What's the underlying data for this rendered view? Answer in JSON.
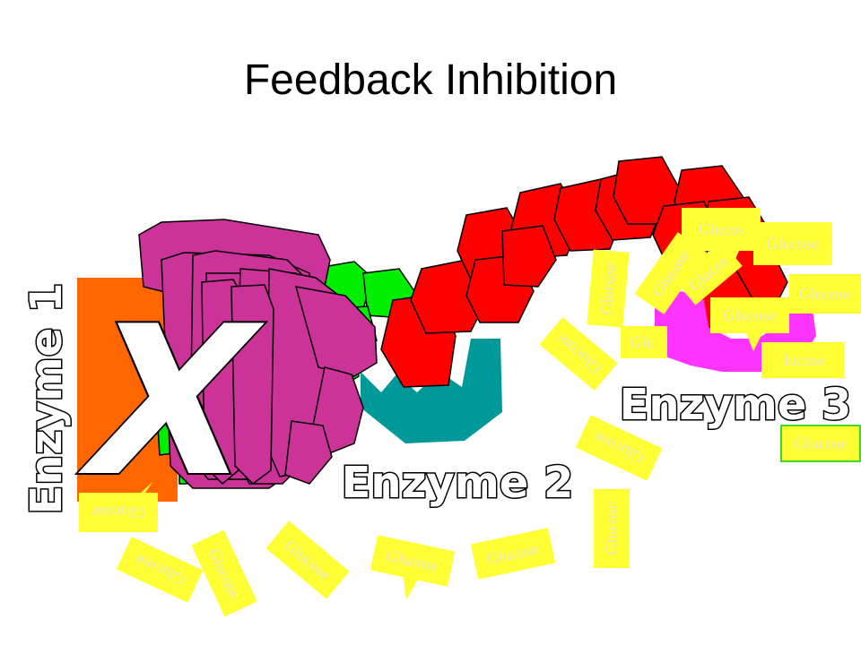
{
  "title": "Feedback Inhibition",
  "labels": {
    "enzyme1": "Enzyme 1",
    "enzyme2": "Enzyme 2",
    "enzyme3": "Enzyme 3",
    "x_mark": "X"
  },
  "glucose_tags": [
    {
      "text": "Glucose"
    },
    {
      "text": "Glucose"
    },
    {
      "text": "Glucose"
    },
    {
      "text": "Glucose"
    },
    {
      "text": "Glucose"
    },
    {
      "text": "Glucose"
    },
    {
      "text": "Glucose"
    },
    {
      "text": "Glucose"
    },
    {
      "text": "Glucose"
    },
    {
      "text": "Glucose"
    },
    {
      "text": "Glucose"
    },
    {
      "text": "Glucose"
    },
    {
      "text": "Glucos"
    },
    {
      "text": "Glucose"
    },
    {
      "text": "Glucos"
    },
    {
      "text": "Glucose"
    },
    {
      "text": "Glucose"
    },
    {
      "text": "Glu"
    },
    {
      "text": "lucose"
    },
    {
      "text": "Glucose"
    }
  ],
  "colors": {
    "enzyme1": "#ff6600",
    "enzyme2": "#009999",
    "enzyme3": "#ff33ff",
    "glucose_tag": "#ffff33",
    "glucose_text": "#e8e8c8",
    "product_chain": "#ff0000",
    "intermediate_chain": "#00ee00",
    "inhibitor_stack": "#cc3399"
  }
}
